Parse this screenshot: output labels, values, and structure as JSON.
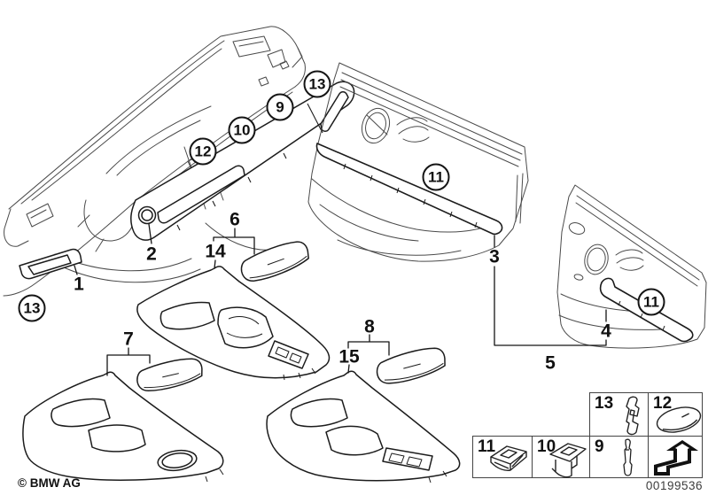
{
  "diagram": {
    "copyright": "© BMW AG",
    "document_number": "00199536",
    "line_color": "#1a1a1a",
    "background_color": "#ffffff"
  },
  "callouts": {
    "circled": [
      {
        "id": "dash-strip-13",
        "label": "13"
      },
      {
        "id": "dash-strip-9",
        "label": "9"
      },
      {
        "id": "dash-strip-10",
        "label": "10"
      },
      {
        "id": "dash-strip-12",
        "label": "12"
      },
      {
        "id": "left-trim-13",
        "label": "13"
      },
      {
        "id": "front-door-11",
        "label": "11"
      },
      {
        "id": "rear-door-11",
        "label": "11"
      }
    ],
    "plain": [
      {
        "id": "part-2",
        "label": "2"
      },
      {
        "id": "part-1",
        "label": "1"
      },
      {
        "id": "part-6",
        "label": "6"
      },
      {
        "id": "part-14",
        "label": "14"
      },
      {
        "id": "part-7",
        "label": "7"
      },
      {
        "id": "part-15",
        "label": "15"
      },
      {
        "id": "part-8",
        "label": "8"
      },
      {
        "id": "part-3",
        "label": "3"
      },
      {
        "id": "part-4",
        "label": "4"
      },
      {
        "id": "part-5",
        "label": "5"
      }
    ]
  },
  "legend": {
    "top_row": [
      {
        "label": "13",
        "icon": "retaining-clip-icon"
      },
      {
        "label": "12",
        "icon": "cover-cap-icon"
      }
    ],
    "bottom_row": [
      {
        "label": "11",
        "icon": "grommet-clip-icon"
      },
      {
        "label": "10",
        "icon": "snap-fastener-icon"
      },
      {
        "label": "9",
        "icon": "expanding-rivet-icon"
      },
      {
        "label": "",
        "icon": "direction-of-travel-arrow-icon"
      }
    ]
  }
}
